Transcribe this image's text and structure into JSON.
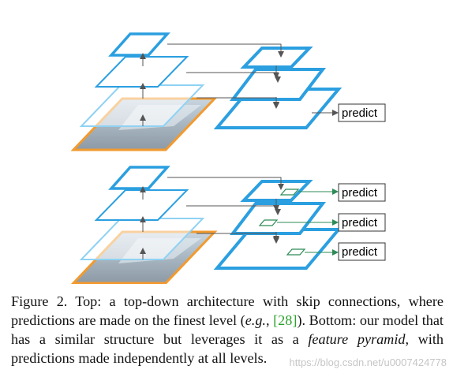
{
  "figure": {
    "predict_label": "predict",
    "colors": {
      "pyramid_blue": "#2b9fe0",
      "pyramid_blue_light": "#8fd2f3",
      "image_orange": "#f29a2e",
      "arrow_gray": "#555555",
      "pred_green": "#2e8b57"
    }
  },
  "caption": {
    "p1": "Figure 2. Top: a top-down architecture with skip connections, where predictions are made on the finest level (",
    "eg": "e.g.",
    "p2": ", ",
    "ref": "[28]",
    "p3": "). Bottom: our model that has a similar structure but leverages it as a ",
    "feature_pyramid": "feature pyramid",
    "p4": ", with predictions made independently at all levels."
  },
  "watermark": "https://blog.csdn.net/u0007424778"
}
